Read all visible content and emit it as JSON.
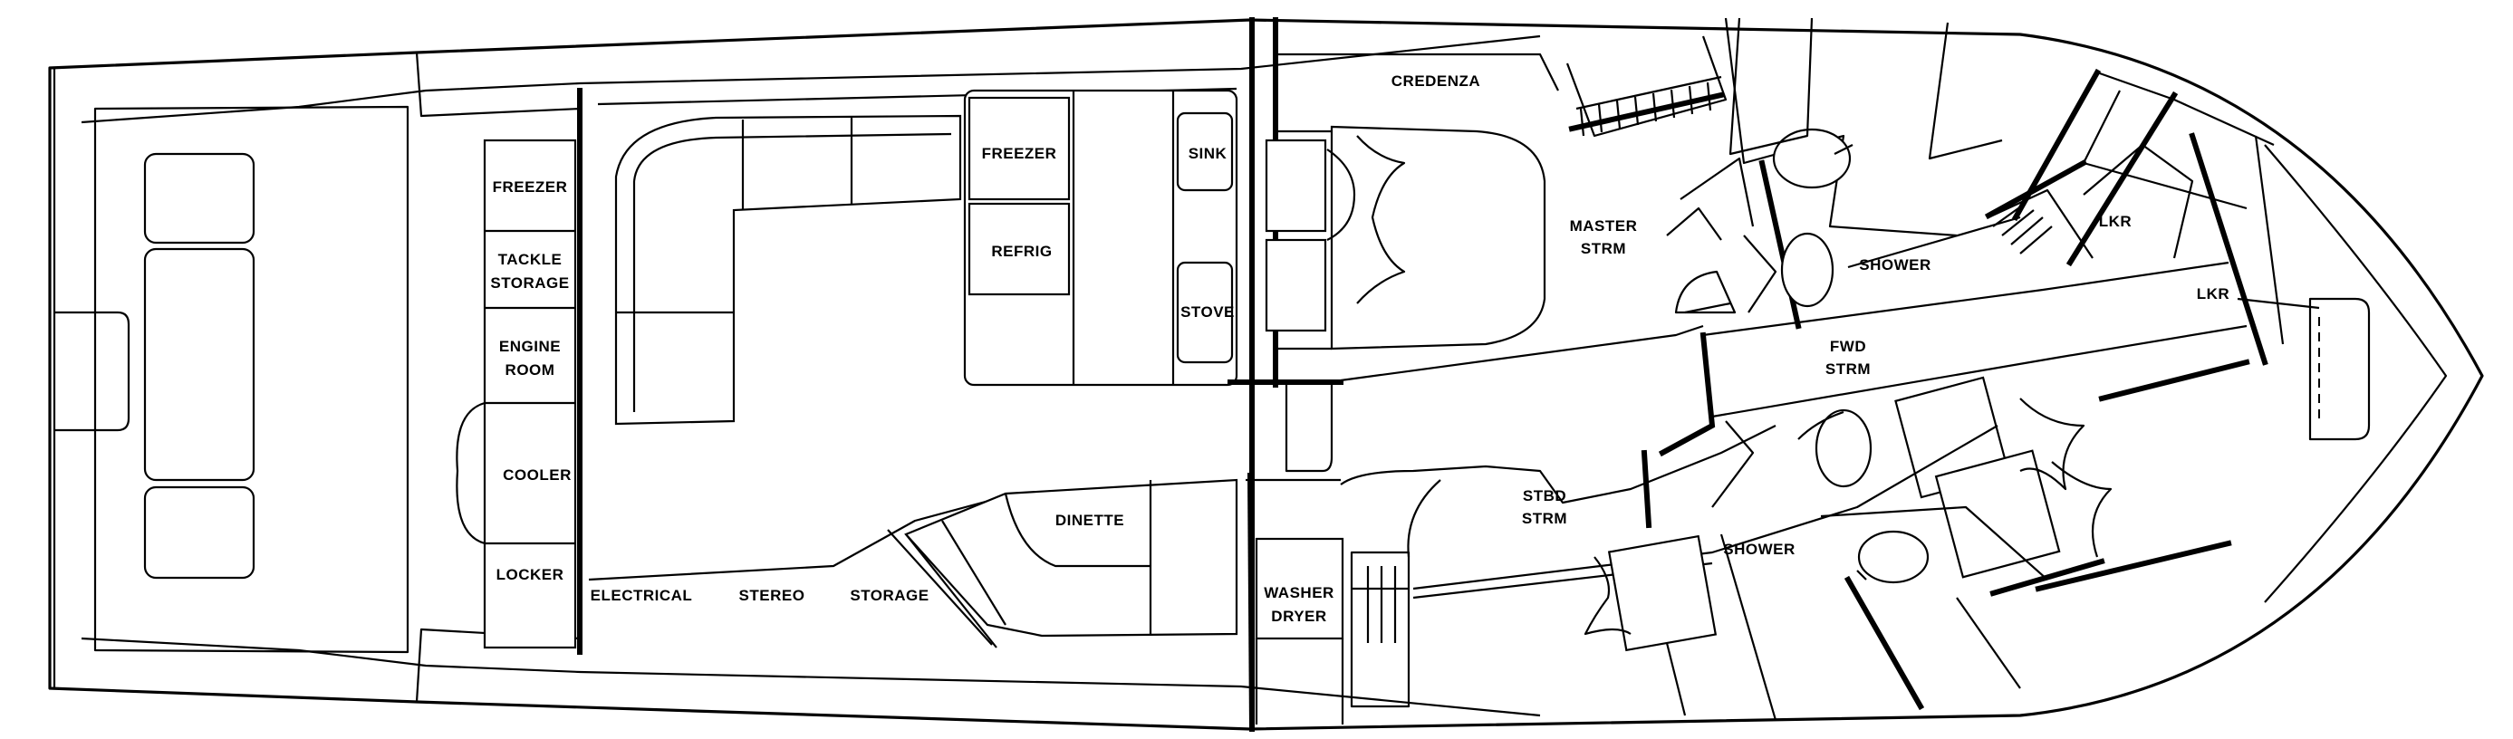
{
  "labels": {
    "freezer_cockpit": "FREEZER",
    "tackle_storage_1": "TACKLE",
    "tackle_storage_2": "STORAGE",
    "engine_room_1": "ENGINE",
    "engine_room_2": "ROOM",
    "cooler": "COOLER",
    "locker": "LOCKER",
    "electrical": "ELECTRICAL",
    "stereo": "STEREO",
    "storage": "STORAGE",
    "dinette": "DINETTE",
    "freezer_galley": "FREEZER",
    "refrig": "REFRIG",
    "sink": "SINK",
    "stove": "STOVE",
    "credenza": "CREDENZA",
    "master_strm_1": "MASTER",
    "master_strm_2": "STRM",
    "shower_master": "SHOWER",
    "fwd_strm_1": "FWD",
    "fwd_strm_2": "STRM",
    "lkr_1": "LKR",
    "lkr_2": "LKR",
    "stbd_strm_1": "STBD",
    "stbd_strm_2": "STRM",
    "shower_stbd": "SHOWER",
    "washer": "WASHER",
    "dryer": "DRYER"
  },
  "colors": {
    "line": "#000000",
    "background": "#ffffff"
  }
}
